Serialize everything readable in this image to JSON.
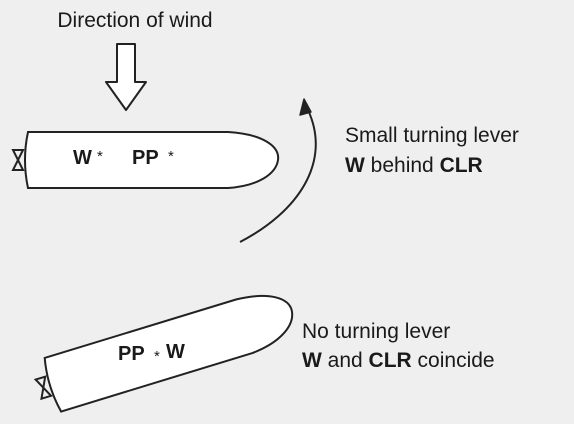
{
  "background": "#efefef",
  "wind": {
    "label": "Direction of wind"
  },
  "upper_ship": {
    "labels": {
      "w": "W",
      "pp": "PP"
    },
    "caption": {
      "line1": "Small turning lever",
      "line2_bold_a": "W",
      "line2_mid": " behind ",
      "line2_bold_b": "CLR"
    }
  },
  "lower_ship": {
    "labels": {
      "pp": "PP",
      "w": "W"
    },
    "caption": {
      "line1": "No turning lever",
      "line2_bold_a": "W",
      "line2_mid": " and ",
      "line2_bold_b": "CLR",
      "line2_end": " coincide"
    }
  },
  "colors": {
    "stroke": "#222222",
    "hull_fill": "#ffffff",
    "text": "#1a1a1a"
  }
}
